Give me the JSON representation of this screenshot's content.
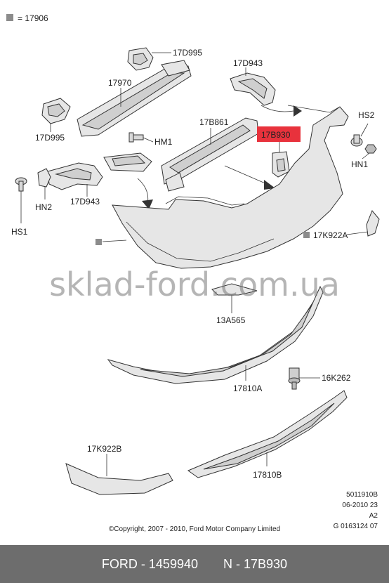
{
  "legend": {
    "square_color": "#8c8c8c",
    "text": "= 17906"
  },
  "labels": {
    "p17D995_top": "17D995",
    "p17970": "17970",
    "p17D943_top": "17D943",
    "p17D995_left": "17D995",
    "p17B861": "17B861",
    "p17B930": "17B930",
    "pHS2": "HS2",
    "pHM1": "HM1",
    "pHN1": "HN1",
    "pHN2": "HN2",
    "p17D943_left": "17D943",
    "pHS1": "HS1",
    "p17K922A": "17K922A",
    "p13A565": "13A565",
    "p16K262": "16K262",
    "p17810A": "17810A",
    "p17K922B": "17K922B",
    "p17810B": "17810B"
  },
  "highlight": {
    "color": "#e8323c"
  },
  "watermark": "sklad-ford.com.ua",
  "meta": {
    "line1": "5011910B",
    "line2": "06-2010 23",
    "line3": "A2",
    "line4": "G 0163124 07"
  },
  "copyright": "©Copyright, 2007 - 2010, Ford Motor Company Limited",
  "footer": {
    "left": "FORD - 1459940",
    "right": "N - 17B930",
    "background": "#6d6d6d"
  }
}
